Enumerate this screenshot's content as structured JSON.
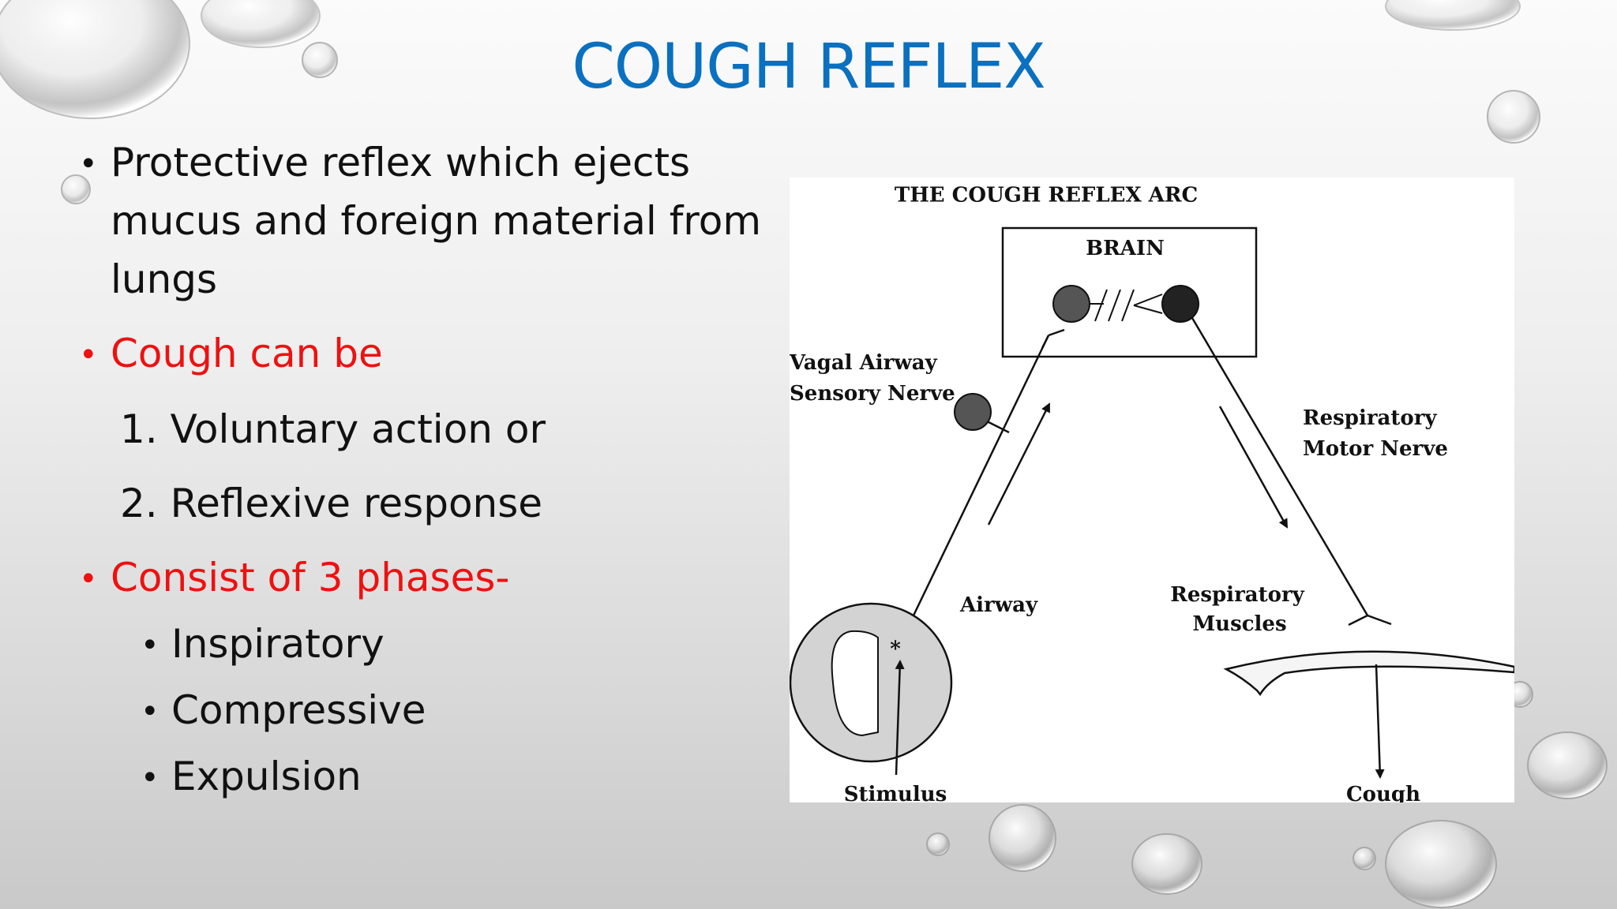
{
  "title": "COUGH REFLEX",
  "colors": {
    "title": "#0a70c0",
    "accent_red": "#ee1111",
    "text": "#111111"
  },
  "bullets": {
    "b1_line1": "Protective reflex which ejects",
    "b1_line2": "mucus and foreign material from",
    "b1_line3": "lungs",
    "b2": "Cough can be",
    "b2_sub1": "1. Voluntary action or",
    "b2_sub2": "2. Reflexive response",
    "b3": "Consist of 3 phases-",
    "phases": [
      "Inspiratory",
      "Compressive",
      "Expulsion"
    ]
  },
  "diagram": {
    "heading": "THE COUGH REFLEX ARC",
    "brain": "BRAIN",
    "vagal_line1": "Vagal  Airway",
    "vagal_line2": "Sensory Nerve",
    "resp_nerve_line1": "Respiratory",
    "resp_nerve_line2": "Motor Nerve",
    "airway": "Airway",
    "resp_muscles_line1": "Respiratory",
    "resp_muscles_line2": "Muscles",
    "asterisk": "*",
    "stimulus": "Stimulus",
    "cough": "Cough"
  }
}
